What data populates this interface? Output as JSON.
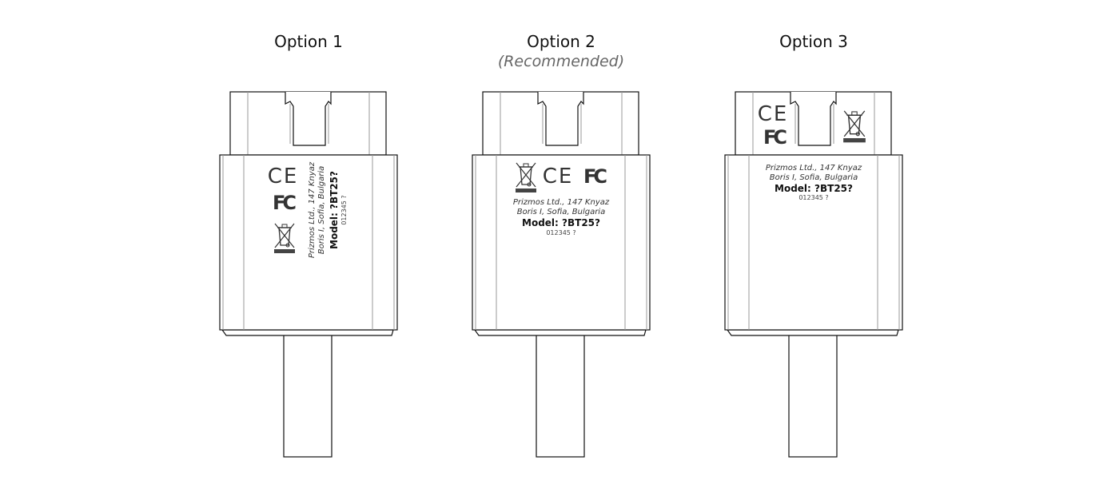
{
  "options": [
    {
      "title": "Option 1",
      "subtitle": ""
    },
    {
      "title": "Option 2",
      "subtitle": "(Recommended)"
    },
    {
      "title": "Option 3",
      "subtitle": ""
    }
  ],
  "label": {
    "address_line1": "Prizmos Ltd., 147 Knyaz",
    "address_line2": "Boris I, Sofia, Bulgaria",
    "model": "Model:  ?BT25?",
    "serial": "012345 ?",
    "ce_mark": "CE",
    "fcc_mark": "FC"
  },
  "icons": [
    "ce-mark-icon",
    "fcc-mark-icon",
    "weee-bin-icon"
  ]
}
